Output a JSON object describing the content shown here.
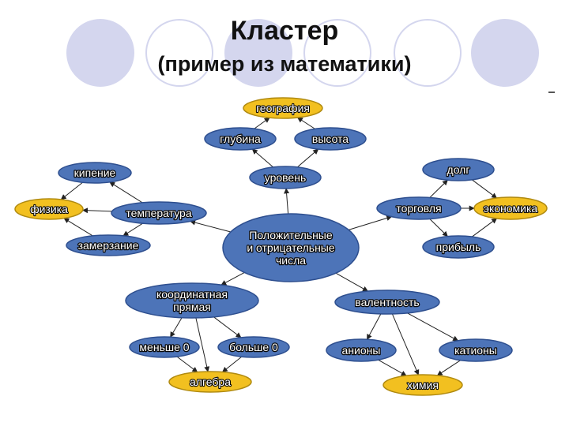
{
  "slide": {
    "title": "Кластер",
    "subtitle": "(пример из математики)"
  },
  "colors": {
    "blue_node": "#4d74b8",
    "blue_stroke": "#2e4f8f",
    "gold_node": "#f2c020",
    "gold_stroke": "#b08a10",
    "edge": "#222222",
    "deco": "#d4d6ee"
  },
  "nodes": {
    "center": {
      "lines": [
        "Положительные",
        "и отрицательные",
        "числа"
      ],
      "kind": "blue"
    },
    "uroven": {
      "lines": [
        "уровень"
      ],
      "kind": "blue"
    },
    "glubina": {
      "lines": [
        "глубина"
      ],
      "kind": "blue"
    },
    "vysota": {
      "lines": [
        "высота"
      ],
      "kind": "blue"
    },
    "geografiya": {
      "lines": [
        "география"
      ],
      "kind": "gold"
    },
    "temperatura": {
      "lines": [
        "температура"
      ],
      "kind": "blue"
    },
    "kipenie": {
      "lines": [
        "кипение"
      ],
      "kind": "blue"
    },
    "zamerzanie": {
      "lines": [
        "замерзание"
      ],
      "kind": "blue"
    },
    "fizika": {
      "lines": [
        "физика"
      ],
      "kind": "gold"
    },
    "torgovlya": {
      "lines": [
        "торговля"
      ],
      "kind": "blue"
    },
    "dolg": {
      "lines": [
        "долг"
      ],
      "kind": "blue"
    },
    "pribyl": {
      "lines": [
        "прибыль"
      ],
      "kind": "blue"
    },
    "ekonomika": {
      "lines": [
        "экономика"
      ],
      "kind": "gold"
    },
    "koord": {
      "lines": [
        "координатная",
        "прямая"
      ],
      "kind": "blue"
    },
    "menshe": {
      "lines": [
        "меньше 0"
      ],
      "kind": "blue"
    },
    "bolshe": {
      "lines": [
        "больше 0"
      ],
      "kind": "blue"
    },
    "algebra": {
      "lines": [
        "алгебра"
      ],
      "kind": "gold"
    },
    "valentnost": {
      "lines": [
        "валентность"
      ],
      "kind": "blue"
    },
    "aniony": {
      "lines": [
        "анионы"
      ],
      "kind": "blue"
    },
    "kationy": {
      "lines": [
        "катионы"
      ],
      "kind": "blue"
    },
    "khimiya": {
      "lines": [
        "химия"
      ],
      "kind": "gold"
    }
  },
  "edges": [
    [
      "center",
      "uroven"
    ],
    [
      "uroven",
      "glubina"
    ],
    [
      "uroven",
      "vysota"
    ],
    [
      "glubina",
      "geografiya"
    ],
    [
      "vysota",
      "geografiya"
    ],
    [
      "center",
      "temperatura"
    ],
    [
      "temperatura",
      "kipenie"
    ],
    [
      "temperatura",
      "zamerzanie"
    ],
    [
      "temperatura",
      "fizika"
    ],
    [
      "kipenie",
      "fizika"
    ],
    [
      "zamerzanie",
      "fizika"
    ],
    [
      "center",
      "torgovlya"
    ],
    [
      "torgovlya",
      "dolg"
    ],
    [
      "torgovlya",
      "pribyl"
    ],
    [
      "torgovlya",
      "ekonomika"
    ],
    [
      "dolg",
      "ekonomika"
    ],
    [
      "pribyl",
      "ekonomika"
    ],
    [
      "center",
      "koord"
    ],
    [
      "koord",
      "menshe"
    ],
    [
      "koord",
      "bolshe"
    ],
    [
      "menshe",
      "algebra"
    ],
    [
      "bolshe",
      "algebra"
    ],
    [
      "koord",
      "algebra"
    ],
    [
      "center",
      "valentnost"
    ],
    [
      "valentnost",
      "aniony"
    ],
    [
      "valentnost",
      "kationy"
    ],
    [
      "aniony",
      "khimiya"
    ],
    [
      "kationy",
      "khimiya"
    ],
    [
      "valentnost",
      "khimiya"
    ]
  ]
}
